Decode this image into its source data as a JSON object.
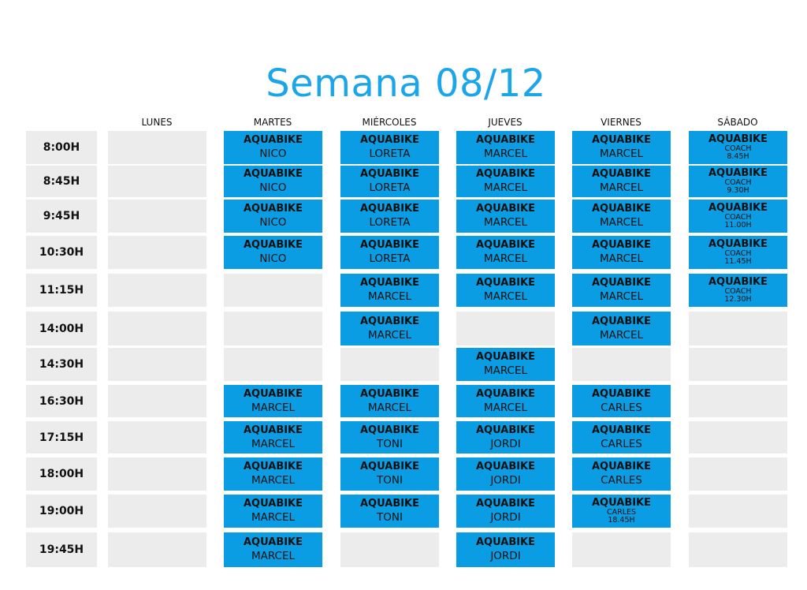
{
  "title": "Semana 08/12",
  "days": [
    "LUNES",
    "MARTES",
    "MIÉRCOLES",
    "JUEVES",
    "VIERNES",
    "SÁBADO"
  ],
  "rows": [
    {
      "time": "8:00H",
      "cells": [
        null,
        {
          "class": "AQUABIKE",
          "coach": "NICO"
        },
        {
          "class": "AQUABIKE",
          "coach": "LORETA"
        },
        {
          "class": "AQUABIKE",
          "coach": "MARCEL"
        },
        {
          "class": "AQUABIKE",
          "coach": "MARCEL"
        },
        {
          "class": "AQUABIKE",
          "coach": "COACH",
          "sub": "8.45H"
        }
      ]
    },
    {
      "time": "8:45H",
      "cells": [
        null,
        {
          "class": "AQUABIKE",
          "coach": "NICO"
        },
        {
          "class": "AQUABIKE",
          "coach": "LORETA"
        },
        {
          "class": "AQUABIKE",
          "coach": "MARCEL"
        },
        {
          "class": "AQUABIKE",
          "coach": "MARCEL"
        },
        {
          "class": "AQUABIKE",
          "coach": "COACH",
          "sub": "9.30H"
        }
      ]
    },
    {
      "time": "9:45H",
      "cells": [
        null,
        {
          "class": "AQUABIKE",
          "coach": "NICO"
        },
        {
          "class": "AQUABIKE",
          "coach": "LORETA"
        },
        {
          "class": "AQUABIKE",
          "coach": "MARCEL"
        },
        {
          "class": "AQUABIKE",
          "coach": "MARCEL"
        },
        {
          "class": "AQUABIKE",
          "coach": "COACH",
          "sub": "11.00H"
        }
      ]
    },
    {
      "time": "10:30H",
      "cells": [
        null,
        {
          "class": "AQUABIKE",
          "coach": "NICO"
        },
        {
          "class": "AQUABIKE",
          "coach": "LORETA"
        },
        {
          "class": "AQUABIKE",
          "coach": "MARCEL"
        },
        {
          "class": "AQUABIKE",
          "coach": "MARCEL"
        },
        {
          "class": "AQUABIKE",
          "coach": "COACH",
          "sub": "11.45H"
        }
      ]
    },
    {
      "time": "11:15H",
      "cells": [
        null,
        null,
        {
          "class": "AQUABIKE",
          "coach": "MARCEL"
        },
        {
          "class": "AQUABIKE",
          "coach": "MARCEL"
        },
        {
          "class": "AQUABIKE",
          "coach": "MARCEL"
        },
        {
          "class": "AQUABIKE",
          "coach": "COACH",
          "sub": "12.30H"
        }
      ]
    },
    {
      "time": "14:00H",
      "cells": [
        null,
        null,
        {
          "class": "AQUABIKE",
          "coach": "MARCEL"
        },
        null,
        {
          "class": "AQUABIKE",
          "coach": "MARCEL"
        },
        null
      ]
    },
    {
      "time": "14:30H",
      "cells": [
        null,
        null,
        null,
        {
          "class": "AQUABIKE",
          "coach": "MARCEL"
        },
        null,
        null
      ]
    },
    {
      "time": "16:30H",
      "cells": [
        null,
        {
          "class": "AQUABIKE",
          "coach": "MARCEL"
        },
        {
          "class": "AQUABIKE",
          "coach": "MARCEL"
        },
        {
          "class": "AQUABIKE",
          "coach": "MARCEL"
        },
        {
          "class": "AQUABIKE",
          "coach": "CARLES"
        },
        null
      ]
    },
    {
      "time": "17:15H",
      "cells": [
        null,
        {
          "class": "AQUABIKE",
          "coach": "MARCEL"
        },
        {
          "class": "AQUABIKE",
          "coach": "TONI"
        },
        {
          "class": "AQUABIKE",
          "coach": "JORDI"
        },
        {
          "class": "AQUABIKE",
          "coach": "CARLES"
        },
        null
      ]
    },
    {
      "time": "18:00H",
      "cells": [
        null,
        {
          "class": "AQUABIKE",
          "coach": "MARCEL"
        },
        {
          "class": "AQUABIKE",
          "coach": "TONI"
        },
        {
          "class": "AQUABIKE",
          "coach": "JORDI"
        },
        {
          "class": "AQUABIKE",
          "coach": "CARLES"
        },
        null
      ]
    },
    {
      "time": "19:00H",
      "cells": [
        null,
        {
          "class": "AQUABIKE",
          "coach": "MARCEL"
        },
        {
          "class": "AQUABIKE",
          "coach": "TONI"
        },
        {
          "class": "AQUABIKE",
          "coach": "JORDI"
        },
        {
          "class": "AQUABIKE",
          "coach": "CARLES",
          "sub": "18.45H"
        },
        null
      ]
    },
    {
      "time": "19:45H",
      "cells": [
        null,
        {
          "class": "AQUABIKE",
          "coach": "MARCEL"
        },
        null,
        {
          "class": "AQUABIKE",
          "coach": "JORDI"
        },
        null,
        null
      ]
    }
  ]
}
